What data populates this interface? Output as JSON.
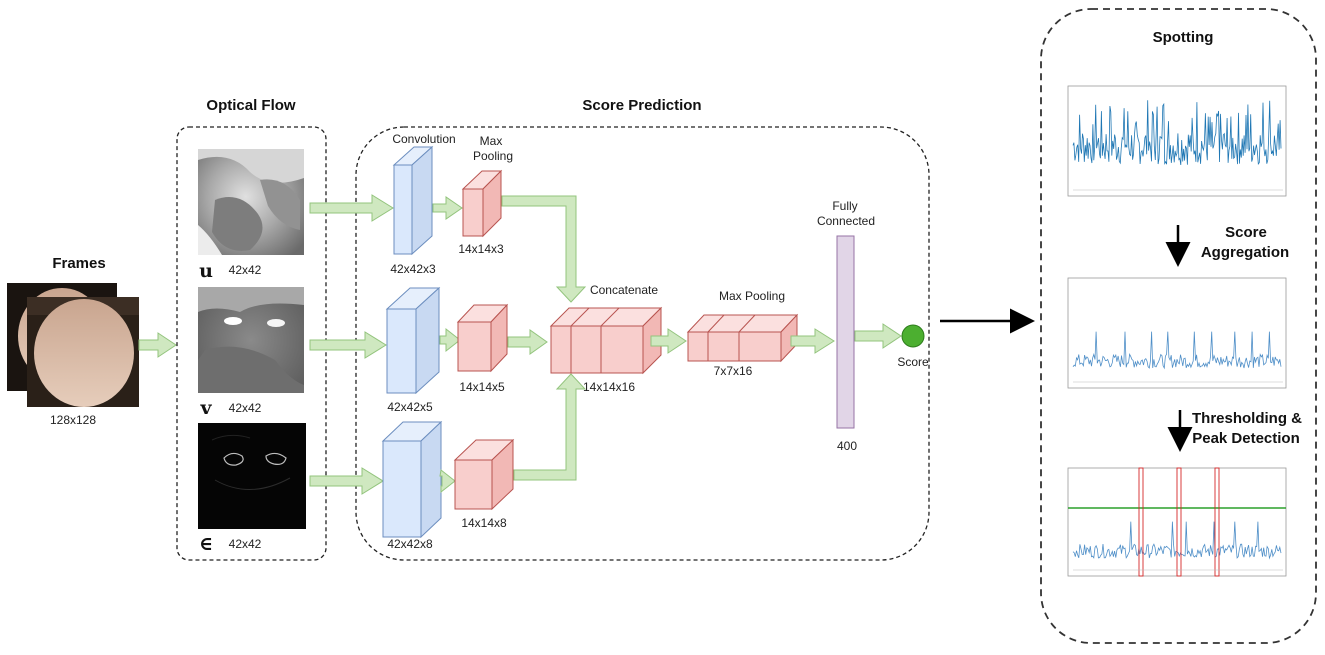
{
  "frames": {
    "title": "Frames",
    "size": "128x128"
  },
  "optical_flow": {
    "title": "Optical Flow",
    "items": [
      {
        "symbol": "u",
        "size": "42x42"
      },
      {
        "symbol": "v",
        "size": "42x42"
      },
      {
        "symbol": "∈",
        "size": "42x42"
      }
    ]
  },
  "score_prediction": {
    "title": "Score Prediction",
    "convolution": "Convolution",
    "max_pooling_top_line1": "Max",
    "max_pooling_top_line2": "Pooling",
    "conv_sizes": [
      "42x42x3",
      "42x42x5",
      "42x42x8"
    ],
    "pool_sizes": [
      "14x14x3",
      "14x14x5",
      "14x14x8"
    ],
    "concatenate": "Concatenate",
    "concat_size": "14x14x16",
    "max_pooling": "Max Pooling",
    "max_pool_size": "7x7x16",
    "fully_connected_line1": "Fully",
    "fully_connected_line2": "Connected",
    "fc_size": "400",
    "score": "Score"
  },
  "spotting": {
    "title": "Spotting",
    "step1_line1": "Score",
    "step1_line2": "Aggregation",
    "step2_line1": "Thresholding &",
    "step2_line2": "Peak Detection"
  },
  "colors": {
    "arrow_green": "#cfe8c0",
    "arrow_green_stroke": "#93c47d",
    "conv_blue": "#dae8fc",
    "conv_blue_stroke": "#6c8ebf",
    "pool_red": "#f8cecc",
    "pool_red_stroke": "#b85450",
    "fc_purple": "#e1d5e7",
    "fc_purple_stroke": "#9673a6",
    "score_green": "#4caf30",
    "plot_line": "#1f77b4",
    "threshold_line": "#2ca02c",
    "peak_line": "#d62728"
  }
}
